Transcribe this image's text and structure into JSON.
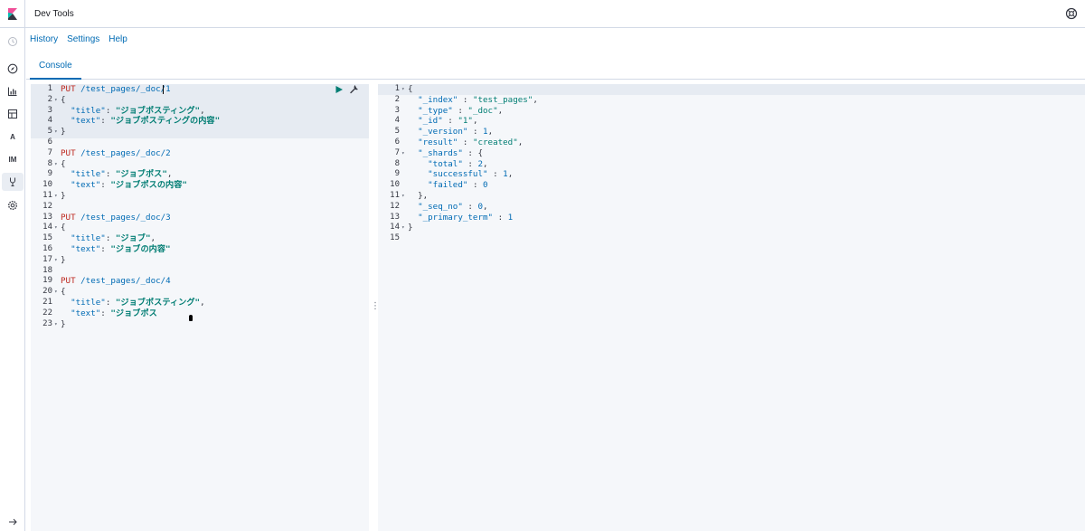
{
  "header": {
    "title": "Dev Tools"
  },
  "menu": {
    "items": [
      "History",
      "Settings",
      "Help"
    ]
  },
  "tabs": [
    {
      "label": "Console",
      "active": true
    }
  ],
  "sidenav": {
    "items": [
      {
        "icon": "clock-icon",
        "label": ""
      },
      {
        "icon": "compass-icon",
        "label": ""
      },
      {
        "icon": "bar-chart-icon",
        "label": ""
      },
      {
        "icon": "dashboard-icon",
        "label": ""
      },
      {
        "icon": "app-a-icon",
        "label": "A"
      },
      {
        "icon": "app-im-icon",
        "label": "IM"
      },
      {
        "icon": "wrench-icon",
        "label": ""
      },
      {
        "icon": "gear-icon",
        "label": ""
      }
    ],
    "collapse_icon": "arrow-right-icon"
  },
  "request_editor": {
    "lines": [
      [
        [
          "k-method",
          "PUT"
        ],
        [
          "k-url",
          " /test_pages/_doc/1"
        ]
      ],
      [
        [
          "k-punct",
          "{"
        ]
      ],
      [
        [
          "k-punct",
          "  "
        ],
        [
          "k-key",
          "\"title\""
        ],
        [
          "k-punct",
          ": "
        ],
        [
          "k-str",
          "\"ジョブポスティング\""
        ],
        [
          "k-punct",
          ","
        ]
      ],
      [
        [
          "k-punct",
          "  "
        ],
        [
          "k-key",
          "\"text\""
        ],
        [
          "k-punct",
          ": "
        ],
        [
          "k-str",
          "\"ジョブポスティングの内容\""
        ]
      ],
      [
        [
          "k-punct",
          "}"
        ]
      ],
      [
        [
          "k-punct",
          ""
        ]
      ],
      [
        [
          "k-method",
          "PUT"
        ],
        [
          "k-url",
          " /test_pages/_doc/2"
        ]
      ],
      [
        [
          "k-punct",
          "{"
        ]
      ],
      [
        [
          "k-punct",
          "  "
        ],
        [
          "k-key",
          "\"title\""
        ],
        [
          "k-punct",
          ": "
        ],
        [
          "k-str",
          "\"ジョブポス\""
        ],
        [
          "k-punct",
          ","
        ]
      ],
      [
        [
          "k-punct",
          "  "
        ],
        [
          "k-key",
          "\"text\""
        ],
        [
          "k-punct",
          ": "
        ],
        [
          "k-str",
          "\"ジョブポスの内容\""
        ]
      ],
      [
        [
          "k-punct",
          "}"
        ]
      ],
      [
        [
          "k-punct",
          ""
        ]
      ],
      [
        [
          "k-method",
          "PUT"
        ],
        [
          "k-url",
          " /test_pages/_doc/3"
        ]
      ],
      [
        [
          "k-punct",
          "{"
        ]
      ],
      [
        [
          "k-punct",
          "  "
        ],
        [
          "k-key",
          "\"title\""
        ],
        [
          "k-punct",
          ": "
        ],
        [
          "k-str",
          "\"ジョブ\""
        ],
        [
          "k-punct",
          ","
        ]
      ],
      [
        [
          "k-punct",
          "  "
        ],
        [
          "k-key",
          "\"text\""
        ],
        [
          "k-punct",
          ": "
        ],
        [
          "k-str",
          "\"ジョブの内容\""
        ]
      ],
      [
        [
          "k-punct",
          "}"
        ]
      ],
      [
        [
          "k-punct",
          ""
        ]
      ],
      [
        [
          "k-method",
          "PUT"
        ],
        [
          "k-url",
          " /test_pages/_doc/4"
        ]
      ],
      [
        [
          "k-punct",
          "{"
        ]
      ],
      [
        [
          "k-punct",
          "  "
        ],
        [
          "k-key",
          "\"title\""
        ],
        [
          "k-punct",
          ": "
        ],
        [
          "k-str",
          "\"ジョブポスティング\""
        ],
        [
          "k-punct",
          ","
        ]
      ],
      [
        [
          "k-punct",
          "  "
        ],
        [
          "k-key",
          "\"text\""
        ],
        [
          "k-punct",
          ": "
        ],
        [
          "k-str",
          "\"ジョブポス"
        ]
      ],
      [
        [
          "k-punct",
          "}"
        ]
      ]
    ],
    "fold_lines": [
      2,
      5,
      8,
      11,
      14,
      17,
      20,
      23
    ]
  },
  "response_editor": {
    "lines": [
      [
        [
          "k-punct",
          "{"
        ]
      ],
      [
        [
          "k-punct",
          "  "
        ],
        [
          "k-key",
          "\"_index\""
        ],
        [
          "k-punct",
          " : "
        ],
        [
          "k-str",
          "\"test_pages\""
        ],
        [
          "k-punct",
          ","
        ]
      ],
      [
        [
          "k-punct",
          "  "
        ],
        [
          "k-key",
          "\"_type\""
        ],
        [
          "k-punct",
          " : "
        ],
        [
          "k-str",
          "\"_doc\""
        ],
        [
          "k-punct",
          ","
        ]
      ],
      [
        [
          "k-punct",
          "  "
        ],
        [
          "k-key",
          "\"_id\""
        ],
        [
          "k-punct",
          " : "
        ],
        [
          "k-str",
          "\"1\""
        ],
        [
          "k-punct",
          ","
        ]
      ],
      [
        [
          "k-punct",
          "  "
        ],
        [
          "k-key",
          "\"_version\""
        ],
        [
          "k-punct",
          " : "
        ],
        [
          "k-num",
          "1"
        ],
        [
          "k-punct",
          ","
        ]
      ],
      [
        [
          "k-punct",
          "  "
        ],
        [
          "k-key",
          "\"result\""
        ],
        [
          "k-punct",
          " : "
        ],
        [
          "k-str",
          "\"created\""
        ],
        [
          "k-punct",
          ","
        ]
      ],
      [
        [
          "k-punct",
          "  "
        ],
        [
          "k-key",
          "\"_shards\""
        ],
        [
          "k-punct",
          " : {"
        ]
      ],
      [
        [
          "k-punct",
          "    "
        ],
        [
          "k-key",
          "\"total\""
        ],
        [
          "k-punct",
          " : "
        ],
        [
          "k-num",
          "2"
        ],
        [
          "k-punct",
          ","
        ]
      ],
      [
        [
          "k-punct",
          "    "
        ],
        [
          "k-key",
          "\"successful\""
        ],
        [
          "k-punct",
          " : "
        ],
        [
          "k-num",
          "1"
        ],
        [
          "k-punct",
          ","
        ]
      ],
      [
        [
          "k-punct",
          "    "
        ],
        [
          "k-key",
          "\"failed\""
        ],
        [
          "k-punct",
          " : "
        ],
        [
          "k-num",
          "0"
        ]
      ],
      [
        [
          "k-punct",
          "  },"
        ]
      ],
      [
        [
          "k-punct",
          "  "
        ],
        [
          "k-key",
          "\"_seq_no\""
        ],
        [
          "k-punct",
          " : "
        ],
        [
          "k-num",
          "0"
        ],
        [
          "k-punct",
          ","
        ]
      ],
      [
        [
          "k-punct",
          "  "
        ],
        [
          "k-key",
          "\"_primary_term\""
        ],
        [
          "k-punct",
          " : "
        ],
        [
          "k-num",
          "1"
        ]
      ],
      [
        [
          "k-punct",
          "}"
        ]
      ],
      [
        [
          "k-punct",
          ""
        ]
      ]
    ],
    "fold_lines": [
      1,
      7,
      11,
      14
    ]
  },
  "request_actions": [
    {
      "icon": "play-icon",
      "color": "#017d73"
    },
    {
      "icon": "wrench-icon",
      "color": "#343741"
    }
  ]
}
